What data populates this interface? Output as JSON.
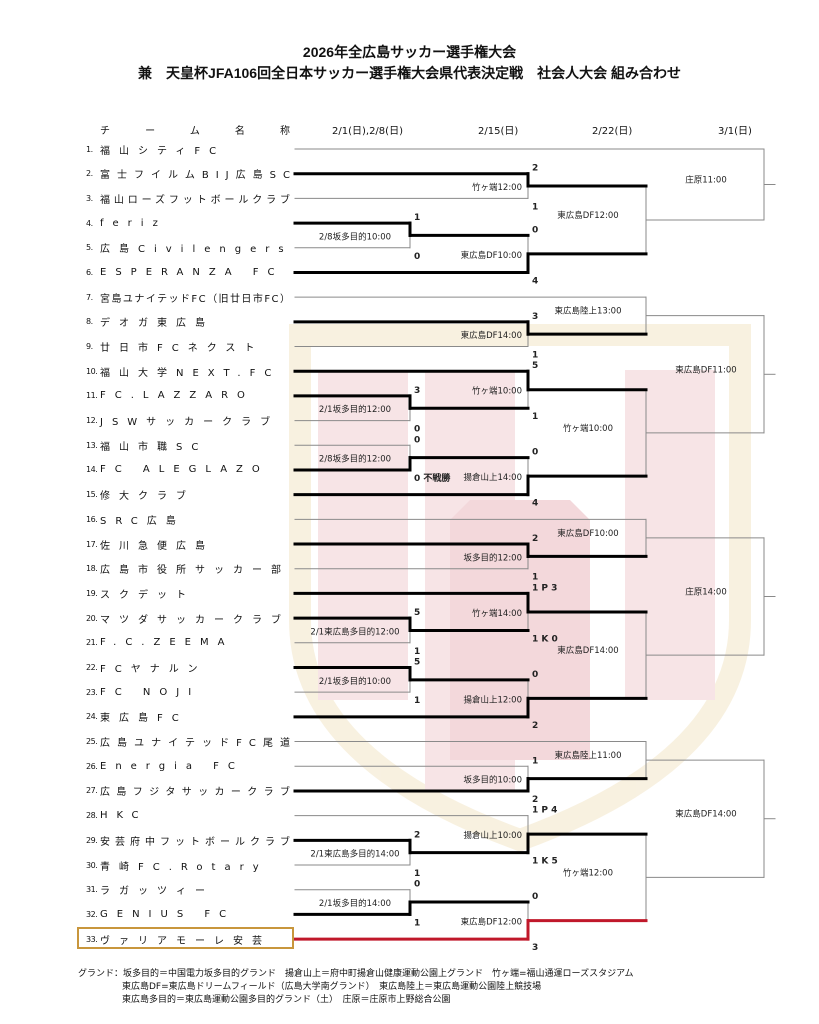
{
  "header": {
    "title": "2026年全広島サッカー選手権大会",
    "subtitle": "兼　天皇杯JFA106回全日本サッカー選手権大会県代表決定戦　社会人大会 組み合わせ"
  },
  "columns": {
    "team_header": "チーム名称",
    "round1": "2/1(日),2/8(日)",
    "round2": "2/15(日)",
    "round3": "2/22(日)",
    "round4": "3/1(日)"
  },
  "teams": [
    {
      "num": "1.",
      "name": "福山シティFC"
    },
    {
      "num": "2.",
      "name": "富士フイルムBIJ広島SC"
    },
    {
      "num": "3.",
      "name": "福山ローズフットボールクラブ"
    },
    {
      "num": "4.",
      "name": "feriz"
    },
    {
      "num": "5.",
      "name": "広島Civilengers"
    },
    {
      "num": "6.",
      "name": "ESPERANZA FC"
    },
    {
      "num": "7.",
      "name": "宮島ユナイテッドFC（旧廿日市FC）"
    },
    {
      "num": "8.",
      "name": "デオガ東広島"
    },
    {
      "num": "9.",
      "name": "廿日市FCネクスト"
    },
    {
      "num": "10.",
      "name": "福山大学NEXT.FC"
    },
    {
      "num": "11.",
      "name": "FC.LAZZARO"
    },
    {
      "num": "12.",
      "name": "JSWサッカークラブ"
    },
    {
      "num": "13.",
      "name": "福山市職SC"
    },
    {
      "num": "14.",
      "name": "FC ALEGLAZO"
    },
    {
      "num": "15.",
      "name": "修大クラブ"
    },
    {
      "num": "16.",
      "name": "SRC広島"
    },
    {
      "num": "17.",
      "name": "佐川急便広島"
    },
    {
      "num": "18.",
      "name": "広島市役所サッカー部"
    },
    {
      "num": "19.",
      "name": "スクデット"
    },
    {
      "num": "20.",
      "name": "マツダサッカークラブ"
    },
    {
      "num": "21.",
      "name": "F.C.ZEEMA"
    },
    {
      "num": "22.",
      "name": "FCヤナルン"
    },
    {
      "num": "23.",
      "name": "FC NOJI"
    },
    {
      "num": "24.",
      "name": "東広島FC"
    },
    {
      "num": "25.",
      "name": "広島ユナイテッドFC尾道"
    },
    {
      "num": "26.",
      "name": "Energia FC"
    },
    {
      "num": "27.",
      "name": "広島フジタサッカークラブ"
    },
    {
      "num": "28.",
      "name": "HKC"
    },
    {
      "num": "29.",
      "name": "安芸府中フットボールクラブ"
    },
    {
      "num": "30.",
      "name": "青崎FC.Rotary"
    },
    {
      "num": "31.",
      "name": "ラガッツィー"
    },
    {
      "num": "32.",
      "name": "GENIUS FC"
    },
    {
      "num": "33.",
      "name": "ヴァリアモーレ安芸"
    }
  ],
  "matches": [
    {
      "id": "A1",
      "venue": "2/8坂多目的10:00",
      "top_score": "1",
      "bottom_score": "0",
      "winner": "top"
    },
    {
      "id": "A2",
      "venue": "竹ヶ端12:00",
      "top_score": "2",
      "bottom_score": "1",
      "winner": "top"
    },
    {
      "id": "A3",
      "venue": "東広島DF10:00",
      "top_score": "0",
      "bottom_score": "4",
      "winner": "bottom"
    },
    {
      "id": "A4",
      "venue": "東広島DF12:00",
      "top_score": "",
      "bottom_score": "",
      "winner": ""
    },
    {
      "id": "A5",
      "venue": "庄原11:00",
      "top_score": "",
      "bottom_score": "",
      "winner": ""
    },
    {
      "id": "B1",
      "venue": "東広島DF14:00",
      "top_score": "3",
      "bottom_score": "1",
      "winner": "top"
    },
    {
      "id": "B2",
      "venue": "東広島陸上13:00",
      "top_score": "",
      "bottom_score": "",
      "winner": ""
    },
    {
      "id": "B3",
      "venue": "2/1坂多目的12:00",
      "top_score": "3",
      "bottom_score": "0",
      "winner": "top"
    },
    {
      "id": "B4",
      "venue": "竹ヶ端10:00",
      "top_score": "5",
      "bottom_score": "1",
      "winner": "top"
    },
    {
      "id": "B5",
      "venue": "2/8坂多目的12:00",
      "top_score": "0",
      "bottom_score": "0 不戦勝",
      "winner": "bottom"
    },
    {
      "id": "B6",
      "venue": "揚倉山上14:00",
      "top_score": "0",
      "bottom_score": "4",
      "winner": "bottom"
    },
    {
      "id": "B7",
      "venue": "竹ヶ端10:00",
      "top_score": "",
      "bottom_score": "",
      "winner": ""
    },
    {
      "id": "B8",
      "venue": "東広島DF11:00",
      "top_score": "",
      "bottom_score": "",
      "winner": ""
    },
    {
      "id": "C1",
      "venue": "坂多目的12:00",
      "top_score": "2",
      "bottom_score": "1",
      "winner": "top"
    },
    {
      "id": "C2",
      "venue": "東広島DF10:00",
      "top_score": "",
      "bottom_score": "",
      "winner": ""
    },
    {
      "id": "C3",
      "venue": "2/1東広島多目的12:00",
      "top_score": "5",
      "bottom_score": "1",
      "winner": "top"
    },
    {
      "id": "C4",
      "venue": "竹ヶ端14:00",
      "top_score": "1  P 3",
      "bottom_score": "1  K 0",
      "winner": "top"
    },
    {
      "id": "C5",
      "venue": "2/1坂多目的10:00",
      "top_score": "5",
      "bottom_score": "1",
      "winner": "top"
    },
    {
      "id": "C6",
      "venue": "揚倉山上12:00",
      "top_score": "0",
      "bottom_score": "2",
      "winner": "bottom"
    },
    {
      "id": "C7",
      "venue": "東広島DF14:00",
      "top_score": "",
      "bottom_score": "",
      "winner": ""
    },
    {
      "id": "C8",
      "venue": "庄原14:00",
      "top_score": "",
      "bottom_score": "",
      "winner": ""
    },
    {
      "id": "D1",
      "venue": "坂多目的10:00",
      "top_score": "1",
      "bottom_score": "2",
      "winner": "bottom"
    },
    {
      "id": "D2",
      "venue": "東広島陸上11:00",
      "top_score": "",
      "bottom_score": "",
      "winner": ""
    },
    {
      "id": "D3",
      "venue": "2/1東広島多目的14:00",
      "top_score": "2",
      "bottom_score": "1",
      "winner": "top"
    },
    {
      "id": "D4",
      "venue": "揚倉山上10:00",
      "top_score": "1  P 4",
      "bottom_score": "1  K 5",
      "winner": "bottom"
    },
    {
      "id": "D5",
      "venue": "2/1坂多目的14:00",
      "top_score": "0",
      "bottom_score": "1",
      "winner": "bottom"
    },
    {
      "id": "D6",
      "venue": "東広島DF12:00",
      "top_score": "0",
      "bottom_score": "3",
      "winner": "bottom",
      "highlight": true
    },
    {
      "id": "D7",
      "venue": "竹ヶ端12:00",
      "top_score": "",
      "bottom_score": "",
      "winner": ""
    },
    {
      "id": "D8",
      "venue": "東広島DF14:00",
      "top_score": "",
      "bottom_score": "",
      "winner": ""
    }
  ],
  "colors": {
    "line": "#8a8a8a",
    "winner": "#000000",
    "highlight": "#c0182a",
    "highlight_box": "#c8963c"
  },
  "footer": {
    "line1": "グランド：坂多目的＝中国電力坂多目的グランド　揚倉山上＝府中町揚倉山健康運動公園上グランド　竹ヶ端=福山通運ローズスタジアム",
    "line2": "東広島DF=東広島ドリームフィールド（広島大学南グランド）　東広島陸上＝東広島運動公園陸上競技場",
    "line3": "東広島多目的＝東広島運動公園多目的グランド（土）　庄原＝庄原市上野総合公園"
  }
}
